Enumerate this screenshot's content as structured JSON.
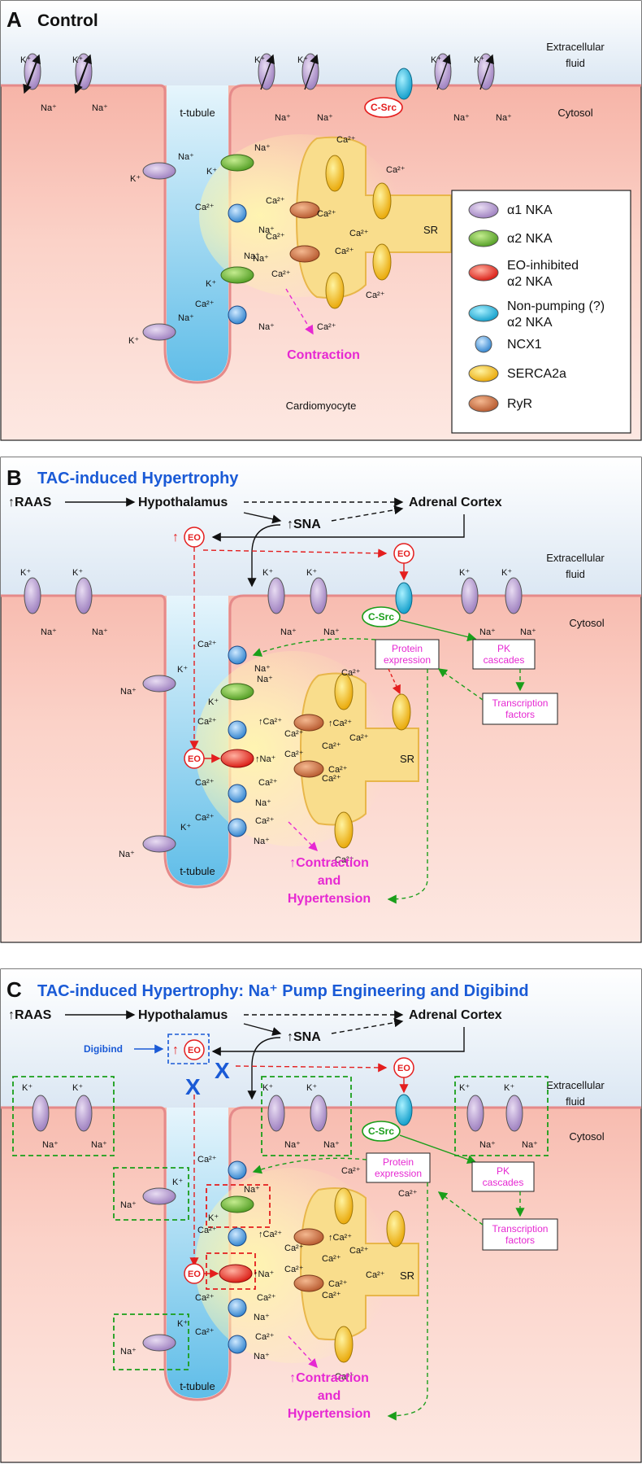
{
  "panels": {
    "a": {
      "letter": "A",
      "title": "Control",
      "extracellular": "Extracellular\nfluid",
      "cytosol": "Cytosol",
      "ttubule": "t-tubule",
      "sr": "SR",
      "contraction": "Contraction",
      "cell": "Cardiomyocyte",
      "csrc": "C-Src"
    },
    "b": {
      "letter": "B",
      "title": "TAC-induced Hypertrophy",
      "raas": "RAAS",
      "hypothalamus": "Hypothalamus",
      "adrenal": "Adrenal Cortex",
      "sna": "SNA",
      "eo": "EO",
      "extracellular": "Extracellular\nfluid",
      "cytosol": "Cytosol",
      "csrc": "C-Src",
      "protein": "Protein\nexpression",
      "pk": "PK\ncascades",
      "transcription": "Transcription\nfactors",
      "sr": "SR",
      "ttubule": "t-tubule",
      "contraction": "Contraction",
      "and": "and",
      "hypertension": "Hypertension"
    },
    "c": {
      "letter": "C",
      "title": "TAC-induced Hypertrophy: Na⁺ Pump Engineering and Digibind",
      "raas": "RAAS",
      "hypothalamus": "Hypothalamus",
      "adrenal": "Adrenal Cortex",
      "sna": "SNA",
      "eo": "EO",
      "digibind": "Digibind",
      "x": "X",
      "extracellular": "Extracellular\nfluid",
      "cytosol": "Cytosol",
      "csrc": "C-Src",
      "protein": "Protein\nexpression",
      "pk": "PK\ncascades",
      "transcription": "Transcription\nfactors",
      "sr": "SR",
      "ttubule": "t-tubule",
      "contraction": "Contraction",
      "and": "and",
      "hypertension": "Hypertension"
    }
  },
  "legend": [
    {
      "label": "α1 NKA",
      "icon": "alpha1-nka-icon",
      "color": "#b89ad0"
    },
    {
      "label": "α2 NKA",
      "icon": "alpha2-nka-icon",
      "color": "#6fb53a"
    },
    {
      "label": "EO-inhibited\nα2 NKA",
      "icon": "eo-inhibited-nka-icon",
      "color": "#e8322a"
    },
    {
      "label": "Non-pumping (?)\nα2 NKA",
      "icon": "non-pumping-nka-icon",
      "color": "#1ab4d8"
    },
    {
      "label": "NCX1",
      "icon": "ncx1-icon",
      "color": "#3a9ad8"
    },
    {
      "label": "SERCA2a",
      "icon": "serca2a-icon",
      "color": "#f2b200"
    },
    {
      "label": "RyR",
      "icon": "ryr-icon",
      "color": "#c8683a"
    }
  ],
  "ions": {
    "k": "K⁺",
    "na": "Na⁺",
    "ca": "Ca²⁺"
  },
  "colors": {
    "cytosol": "#f7b7aa",
    "extracellular": "#f3f6fb",
    "ttubule": "#7ec8ec",
    "sr": "#f6dc92",
    "magenta": "#e628d2",
    "red": "#e41e1e",
    "green": "#1a9e1a",
    "blue": "#1a5ad6"
  }
}
